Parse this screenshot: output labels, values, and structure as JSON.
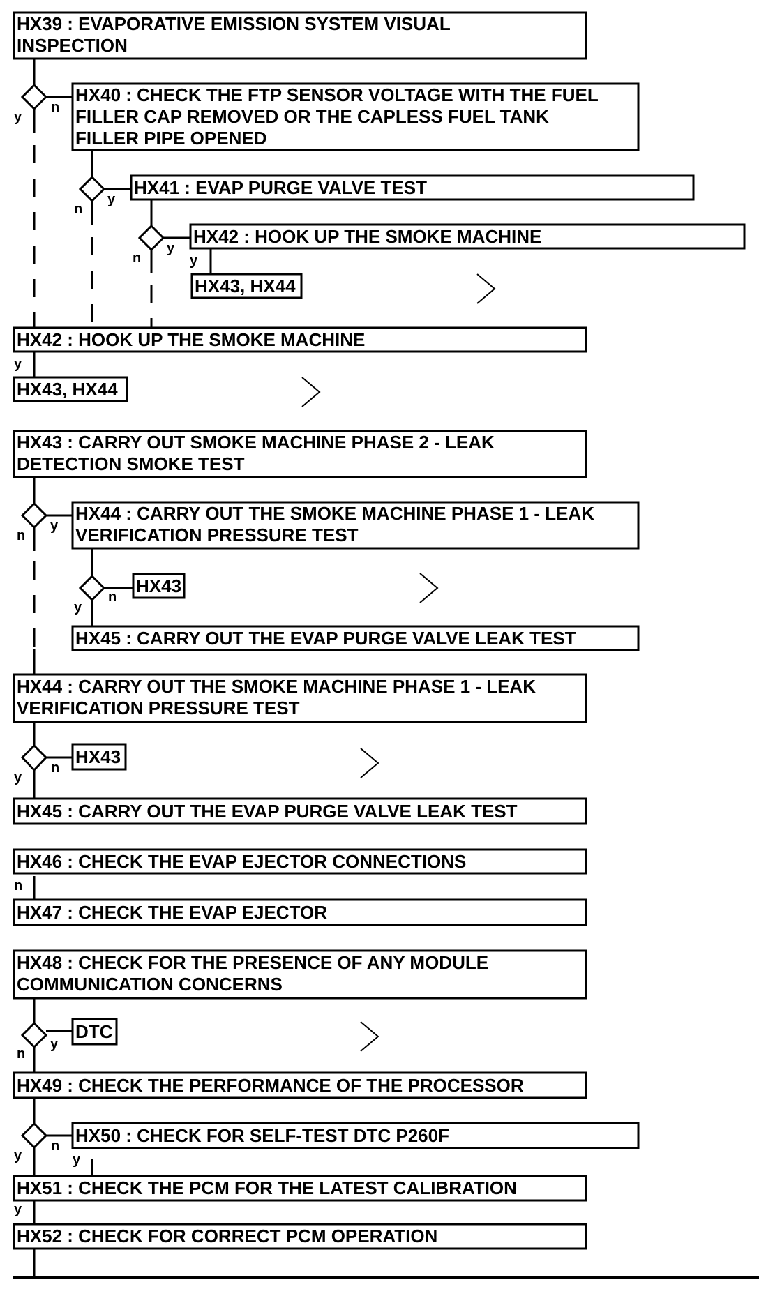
{
  "steps": {
    "hx39": [
      "HX39 : EVAPORATIVE EMISSION SYSTEM VISUAL",
      "INSPECTION"
    ],
    "hx40": [
      "HX40 : CHECK THE FTP SENSOR VOLTAGE WITH THE FUEL",
      "FILLER CAP REMOVED OR THE CAPLESS FUEL TANK",
      "FILLER PIPE OPENED"
    ],
    "hx41": [
      "HX41 : EVAP PURGE VALVE TEST"
    ],
    "hx42_inner": [
      "HX42 : HOOK UP THE SMOKE MACHINE"
    ],
    "ref_hx43_hx44_inner": [
      "HX43, HX44"
    ],
    "hx42": [
      "HX42 : HOOK UP THE SMOKE MACHINE"
    ],
    "ref_hx43_hx44": [
      "HX43, HX44"
    ],
    "hx43": [
      "HX43 : CARRY OUT SMOKE MACHINE PHASE 2 - LEAK",
      "DETECTION SMOKE TEST"
    ],
    "hx44_inner": [
      "HX44 : CARRY OUT THE SMOKE MACHINE PHASE 1 - LEAK",
      "VERIFICATION PRESSURE TEST"
    ],
    "ref_hx43_inner": [
      "HX43"
    ],
    "hx45_inner": [
      "HX45 : CARRY OUT THE EVAP PURGE VALVE LEAK TEST"
    ],
    "hx44": [
      "HX44 : CARRY OUT THE SMOKE MACHINE PHASE 1 - LEAK",
      "VERIFICATION PRESSURE TEST"
    ],
    "ref_hx43": [
      "HX43"
    ],
    "hx45": [
      "HX45 : CARRY OUT THE EVAP PURGE VALVE LEAK TEST"
    ],
    "hx46": [
      "HX46 : CHECK THE EVAP EJECTOR CONNECTIONS"
    ],
    "hx47": [
      "HX47 : CHECK THE EVAP EJECTOR"
    ],
    "hx48": [
      "HX48 : CHECK FOR THE PRESENCE OF ANY MODULE",
      "COMMUNICATION CONCERNS"
    ],
    "ref_dtc": [
      "DTC"
    ],
    "hx49": [
      "HX49 : CHECK THE PERFORMANCE OF THE PROCESSOR"
    ],
    "hx50": [
      "HX50 : CHECK FOR SELF-TEST DTC P260F"
    ],
    "hx51": [
      "HX51 : CHECK THE PCM FOR THE LATEST CALIBRATION"
    ],
    "hx52": [
      "HX52 : CHECK FOR CORRECT PCM OPERATION"
    ]
  },
  "branch": {
    "yes": "y",
    "no": "n"
  }
}
